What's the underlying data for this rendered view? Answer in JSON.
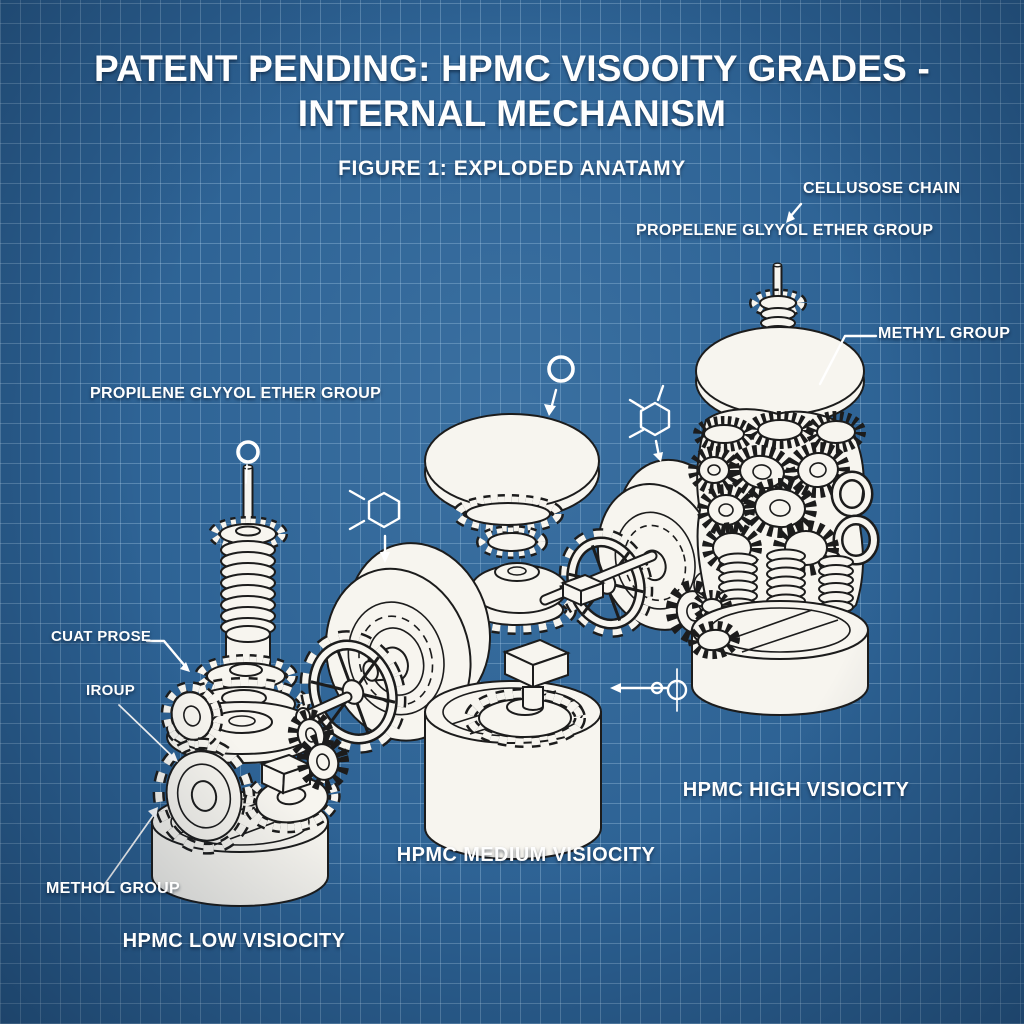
{
  "title": {
    "line1": "PATENT PENDING: HPMC VISOOITY GRADES -",
    "line2": "INTERNAL MECHANISM",
    "figure_caption": "FIGURE 1: EXPLODED ANATAMY"
  },
  "labels": {
    "cellusose_chain": "CELLUSOSE CHAIN",
    "propelene_top": "PROPELENE GLYYOL ETHER GROUP",
    "methyl_right": "METHYL GROUP",
    "propilene_left": "PROPILENE GLYYOL ETHER GROUP",
    "cuat_prose": "CUAT PROSE",
    "iroup": "IROUP",
    "methol_group": "METHOL GROUP"
  },
  "captions": {
    "low": "HPMC LOW VISIOCITY",
    "medium": "HPMC MEDIUM VISIOCITY",
    "high": "HPMC HIGH VISIOCITY"
  },
  "colors": {
    "background": "#2c6193",
    "grid_line": "#bdddf4",
    "ink": "#1c1c1c",
    "paper": "#f7f5ef",
    "label_text": "#ffffff"
  }
}
